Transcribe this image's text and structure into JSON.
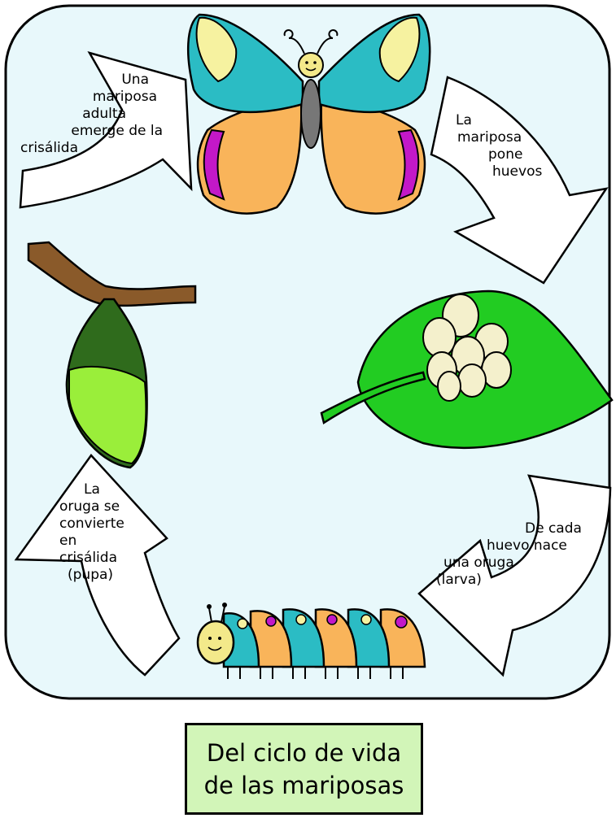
{
  "colors": {
    "background": "#e8f8fb",
    "leaf": "#22cc22",
    "egg": "#f4f0cc",
    "wing_teal": "#2bbcc4",
    "wing_yellow": "#f6f2a0",
    "wing_orange": "#f9b45a",
    "wing_purple": "#c318c8",
    "chrysalis_dark": "#2f6b1c",
    "chrysalis_light": "#9aee3a",
    "branch": "#8a5a2a",
    "title_fill": "#d2f5b8"
  },
  "stages": {
    "adult_emerges": [
      "Una",
      "mariposa",
      "adulta",
      "emerge de la",
      "crisálida"
    ],
    "lays_eggs": [
      "La",
      "mariposa",
      "pone",
      "huevos"
    ],
    "larva_hatches": [
      "De cada",
      "huevo nace",
      "una oruga",
      "(larva)"
    ],
    "pupa": [
      "La",
      "oruga se",
      "convierte",
      "en",
      "crisálida",
      "(pupa)"
    ]
  },
  "title": {
    "line1": "Del ciclo de vida",
    "line2": "de las mariposas"
  }
}
